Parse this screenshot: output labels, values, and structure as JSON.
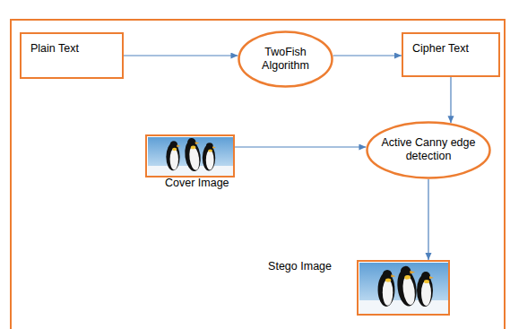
{
  "diagram": {
    "nodes": [
      {
        "text": [
          "Plain Text"
        ]
      },
      {
        "text": [
          "TwoFish Algorithm"
        ]
      },
      {
        "text": [
          "Cipher Text"
        ]
      },
      {
        "text": [
          "Cover Image"
        ]
      },
      {
        "text": [
          "Active Canny edge detection"
        ]
      },
      {
        "text": [
          "Stego Image"
        ]
      }
    ],
    "edges": [
      {
        "from": 0,
        "to": 1,
        "arrow": "to"
      },
      {
        "from": 1,
        "to": 2,
        "arrow": "to"
      },
      {
        "from": 2,
        "to": 4,
        "arrow": "to"
      },
      {
        "from": 3,
        "to": 4,
        "arrow": "to"
      },
      {
        "from": 4,
        "to": 5,
        "arrow": "to"
      }
    ]
  }
}
